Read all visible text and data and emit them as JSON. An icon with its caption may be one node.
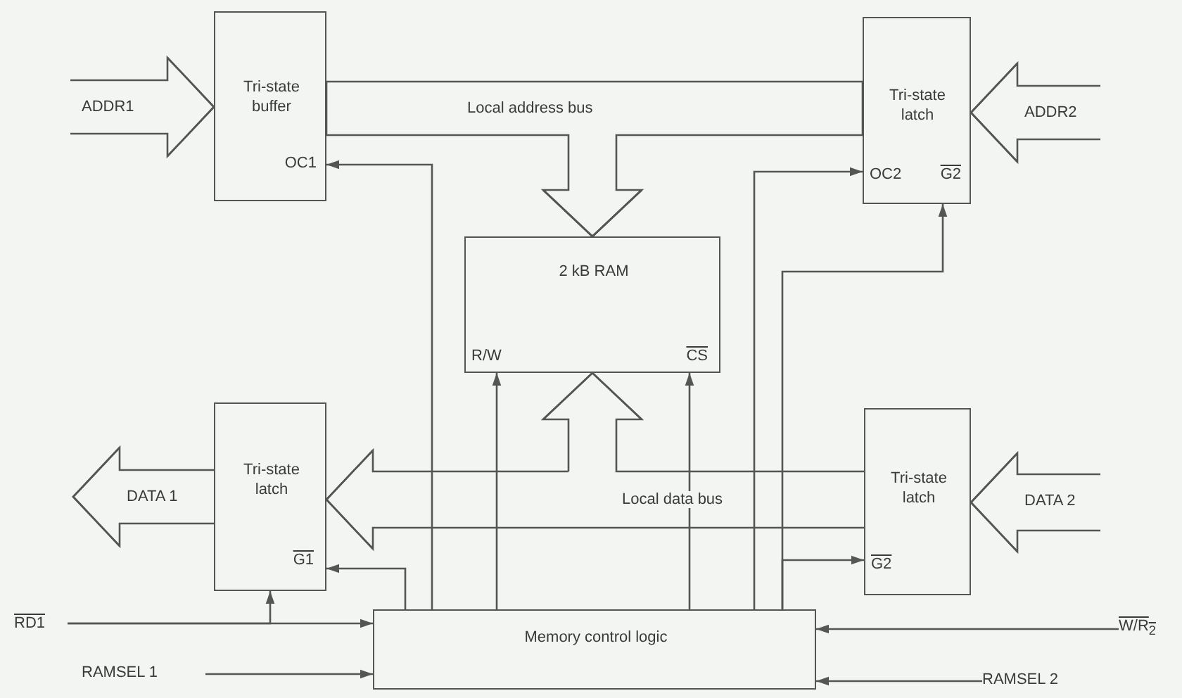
{
  "diagram": {
    "nodes": [
      {
        "text": [
          "Tri-state buffer",
          "OC1"
        ]
      },
      {
        "text": [
          "Tri-state latch",
          "OC2",
          "G2"
        ]
      },
      {
        "text": [
          "2 kB RAM",
          "R/W",
          "CS"
        ]
      },
      {
        "text": [
          "Tri-state latch",
          "G1"
        ]
      },
      {
        "text": [
          "Tri-state latch",
          "G2"
        ]
      },
      {
        "text": [
          "Memory control logic"
        ]
      },
      {
        "text": [
          "ADDR1"
        ]
      },
      {
        "text": [
          "ADDR2"
        ]
      },
      {
        "text": [
          "DATA 1"
        ]
      },
      {
        "text": [
          "DATA 2"
        ]
      },
      {
        "text": [
          "RD1"
        ]
      },
      {
        "text": [
          "RAMSEL 1"
        ]
      },
      {
        "text": [
          "W/R$_{2}$"
        ]
      },
      {
        "text": [
          "RAMSEL 2"
        ]
      }
    ],
    "edges": [
      {
        "from": 6,
        "to": 0,
        "arrow": "to"
      },
      {
        "from": 7,
        "to": 1,
        "arrow": "to"
      },
      {
        "from": 0,
        "to": 2,
        "arrow": "to"
      },
      {
        "from": 1,
        "to": 2,
        "arrow": "to"
      },
      {
        "from": 9,
        "to": 4,
        "arrow": "to"
      },
      {
        "from": 4,
        "to": 3,
        "arrow": "to"
      },
      {
        "from": 4,
        "to": 2,
        "arrow": "to"
      },
      {
        "from": 3,
        "to": 8,
        "arrow": "to"
      },
      {
        "from": 5,
        "to": 0,
        "arrow": "to"
      },
      {
        "from": 5,
        "to": 3,
        "arrow": "to"
      },
      {
        "from": 5,
        "to": 2,
        "arrow": "to"
      },
      {
        "from": 5,
        "to": 2,
        "arrow": "to"
      },
      {
        "from": 5,
        "to": 1,
        "arrow": "to"
      },
      {
        "from": 5,
        "to": 1,
        "arrow": "to"
      },
      {
        "from": 5,
        "to": 4,
        "arrow": "to"
      },
      {
        "from": 10,
        "to": 5,
        "arrow": "to"
      },
      {
        "from": 10,
        "to": 3,
        "arrow": "to"
      },
      {
        "from": 11,
        "to": 5,
        "arrow": "to"
      },
      {
        "from": 12,
        "to": 5,
        "arrow": "to"
      },
      {
        "from": 13,
        "to": 5,
        "arrow": "to"
      }
    ],
    "labels": [
      "Local address bus",
      "Local data bus"
    ]
  }
}
